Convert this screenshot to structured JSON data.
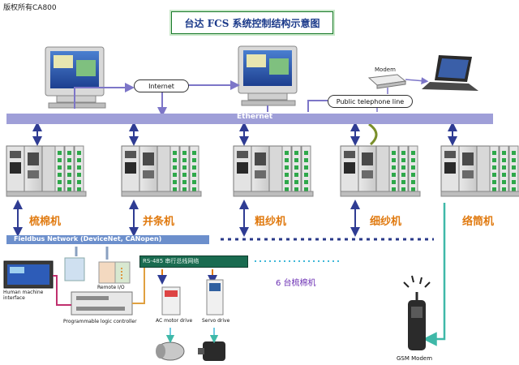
{
  "copyright": "版权所有CA800",
  "title": "台达 FCS 系统控制结构示意图",
  "network": {
    "internet": "Internet",
    "ethernet": "Ethernet",
    "modem": "Modem",
    "pstn": "Public telephone line",
    "fieldbus": "Fieldbus Network (DeviceNet, CANopen)",
    "rs485": "RS-485 串行总线网络"
  },
  "machines": [
    "梳棉机",
    "并条机",
    "粗纱机",
    "细纱机",
    "络筒机"
  ],
  "spindle_note": "6 台梳棉机",
  "devices": {
    "hmi": "Human machine interface",
    "plc": "Programmable logic controller",
    "remote_io": "Remote I/O",
    "ac_drive": "AC motor drive",
    "servo_drive": "Servo drive",
    "gsm_modem": "GSM Modem"
  },
  "colors": {
    "ethernet": "#9f9fd8",
    "fieldbus": "#6c8fcc",
    "link_arrow": "#2f3c93",
    "machine_text": "#e07a10",
    "gsm_link": "#3fb8a8",
    "rs485_bar": "#1a6b50"
  }
}
